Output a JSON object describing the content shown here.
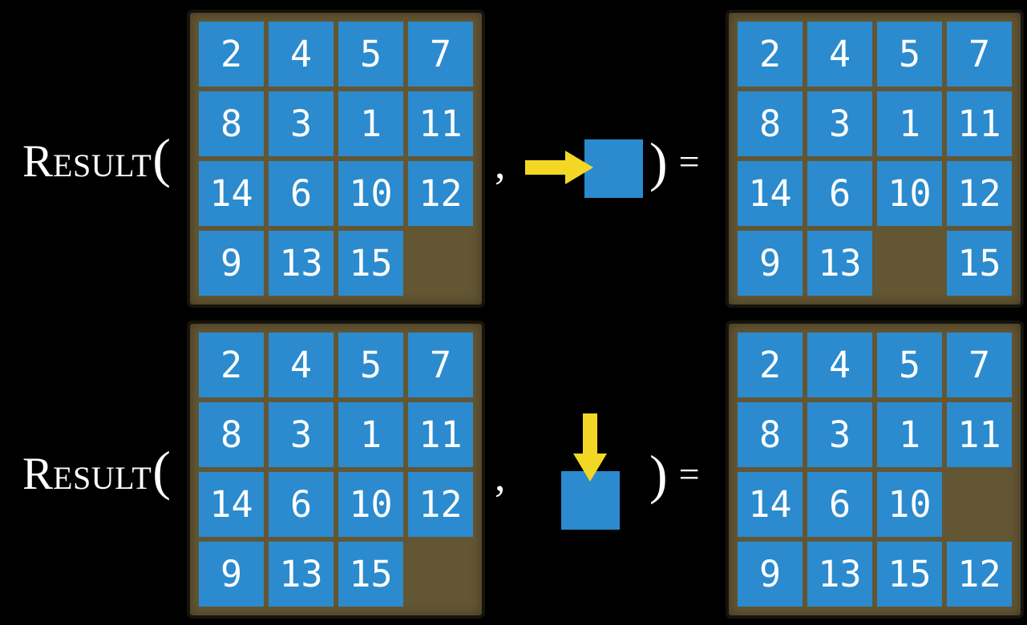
{
  "colors": {
    "background": "#000000",
    "tile_blue": "#2b8bce",
    "board_brown": "#635633",
    "board_border": "#16130e",
    "arrow_yellow": "#f2d825",
    "text_white": "#ffffff"
  },
  "rows": [
    {
      "id": "move-right",
      "label_cap": "R",
      "label_small": "ESULT",
      "open_paren": "(",
      "comma": ",",
      "close_paren": ")",
      "equals": "=",
      "arrow_icon": "right-arrow",
      "before": [
        [
          2,
          4,
          5,
          7
        ],
        [
          8,
          3,
          1,
          11
        ],
        [
          14,
          6,
          10,
          12
        ],
        [
          9,
          13,
          15,
          null
        ]
      ],
      "after": [
        [
          2,
          4,
          5,
          7
        ],
        [
          8,
          3,
          1,
          11
        ],
        [
          14,
          6,
          10,
          12
        ],
        [
          9,
          13,
          null,
          15
        ]
      ]
    },
    {
      "id": "move-down",
      "label_cap": "R",
      "label_small": "ESULT",
      "open_paren": "(",
      "comma": ",",
      "close_paren": ")",
      "equals": "=",
      "arrow_icon": "down-arrow",
      "before": [
        [
          2,
          4,
          5,
          7
        ],
        [
          8,
          3,
          1,
          11
        ],
        [
          14,
          6,
          10,
          12
        ],
        [
          9,
          13,
          15,
          null
        ]
      ],
      "after": [
        [
          2,
          4,
          5,
          7
        ],
        [
          8,
          3,
          1,
          11
        ],
        [
          14,
          6,
          10,
          null
        ],
        [
          9,
          13,
          15,
          12
        ]
      ]
    }
  ]
}
